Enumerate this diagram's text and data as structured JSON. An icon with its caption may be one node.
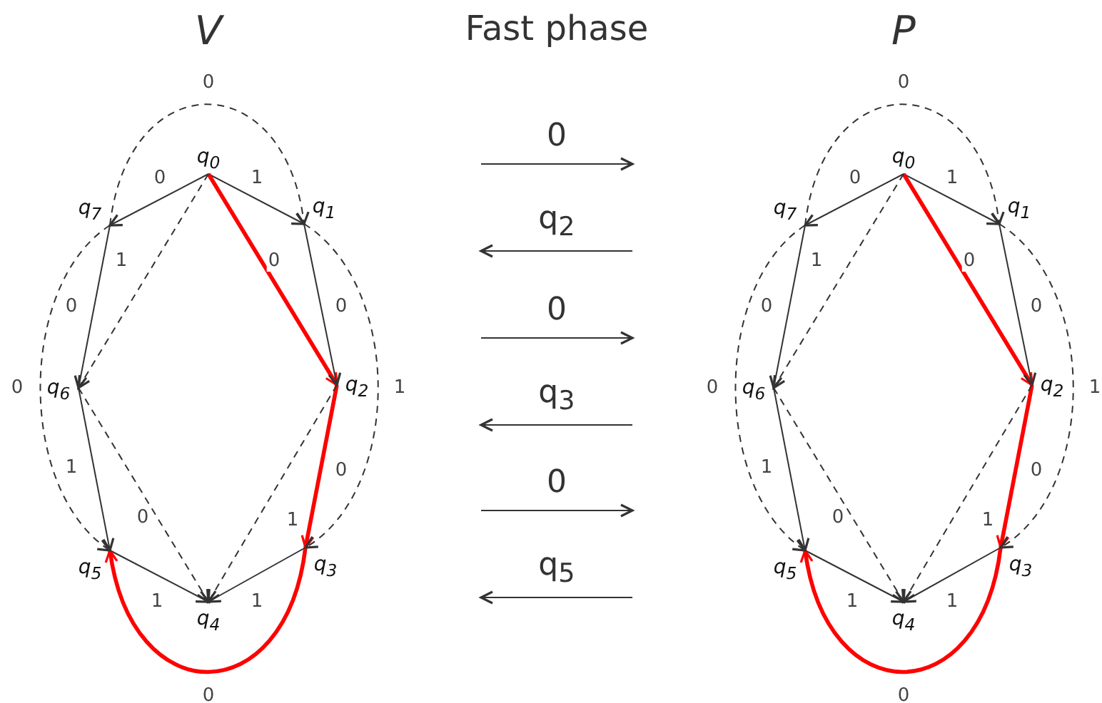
{
  "diagram": {
    "title": "Fast phase",
    "nodes": [
      {
        "text": [
          "q$_{0}$"
        ]
      },
      {
        "text": [
          "q$_{1}$"
        ]
      },
      {
        "text": [
          "q$_{2}$"
        ]
      },
      {
        "text": [
          "q$_{3}$"
        ]
      },
      {
        "text": [
          "q$_{4}$"
        ]
      },
      {
        "text": [
          "q$_{5}$"
        ]
      },
      {
        "text": [
          "q$_{6}$"
        ]
      },
      {
        "text": [
          "q$_{7}$"
        ]
      },
      {
        "text": [
          "q$_{0}$"
        ]
      },
      {
        "text": [
          "q$_{1}$"
        ]
      },
      {
        "text": [
          "q$_{2}$"
        ]
      },
      {
        "text": [
          "q$_{3}$"
        ]
      },
      {
        "text": [
          "q$_{4}$"
        ]
      },
      {
        "text": [
          "q$_{5}$"
        ]
      },
      {
        "text": [
          "q$_{6}$"
        ]
      },
      {
        "text": [
          "q$_{7}$"
        ]
      }
    ],
    "edges": [
      {
        "from": 0,
        "to": 1,
        "arrow": "to",
        "label": "1"
      },
      {
        "from": 0,
        "to": 7,
        "arrow": "to",
        "label": "0"
      },
      {
        "from": 0,
        "to": 2,
        "arrow": "to",
        "label": "0",
        "style": "thick",
        "color": "#ff0000"
      },
      {
        "from": 1,
        "to": 2,
        "arrow": "to",
        "label": "0"
      },
      {
        "from": 7,
        "to": 6,
        "arrow": "to",
        "label": "0"
      },
      {
        "from": 0,
        "to": 6,
        "arrow": "to",
        "label": "1",
        "style": "dashed"
      },
      {
        "from": 6,
        "to": 5,
        "arrow": "to",
        "label": "1"
      },
      {
        "from": 2,
        "to": 3,
        "arrow": "to",
        "label": "0",
        "style": "thick",
        "color": "#ff0000"
      },
      {
        "from": 6,
        "to": 4,
        "arrow": "to",
        "label": "0",
        "style": "dashed"
      },
      {
        "from": 2,
        "to": 4,
        "arrow": "to",
        "label": "1",
        "style": "dashed"
      },
      {
        "from": 5,
        "to": 4,
        "arrow": "to",
        "label": "1"
      },
      {
        "from": 3,
        "to": 4,
        "arrow": "to",
        "label": "1"
      },
      {
        "from": 3,
        "to": 5,
        "arrow": "to",
        "label": "0",
        "style": "thick",
        "color": "#ff0000"
      },
      {
        "from": 7,
        "to": 1,
        "arrow": "to",
        "label": "0",
        "style": "dashed"
      },
      {
        "from": 7,
        "to": 5,
        "arrow": "to",
        "label": "0",
        "style": "dashed"
      },
      {
        "from": 1,
        "to": 3,
        "arrow": "to",
        "label": "1",
        "style": "dashed"
      },
      {
        "from": 8,
        "to": 9,
        "arrow": "to",
        "label": "1"
      },
      {
        "from": 8,
        "to": 15,
        "arrow": "to",
        "label": "0"
      },
      {
        "from": 8,
        "to": 10,
        "arrow": "to",
        "label": "0",
        "style": "thick",
        "color": "#ff0000"
      },
      {
        "from": 9,
        "to": 10,
        "arrow": "to",
        "label": "0"
      },
      {
        "from": 15,
        "to": 14,
        "arrow": "to",
        "label": "0"
      },
      {
        "from": 8,
        "to": 14,
        "arrow": "to",
        "label": "1",
        "style": "dashed"
      },
      {
        "from": 14,
        "to": 13,
        "arrow": "to",
        "label": "1"
      },
      {
        "from": 10,
        "to": 11,
        "arrow": "to",
        "label": "0",
        "style": "thick",
        "color": "#ff0000"
      },
      {
        "from": 14,
        "to": 12,
        "arrow": "to",
        "label": "0",
        "style": "dashed"
      },
      {
        "from": 10,
        "to": 12,
        "arrow": "to",
        "label": "1",
        "style": "dashed"
      },
      {
        "from": 13,
        "to": 12,
        "arrow": "to",
        "label": "1"
      },
      {
        "from": 11,
        "to": 12,
        "arrow": "to",
        "label": "1"
      },
      {
        "from": 11,
        "to": 13,
        "arrow": "to",
        "label": "0",
        "style": "thick",
        "color": "#ff0000"
      },
      {
        "from": 15,
        "to": 9,
        "arrow": "to",
        "label": "0",
        "style": "dashed"
      },
      {
        "from": 15,
        "to": 13,
        "arrow": "to",
        "label": "0",
        "style": "dashed"
      },
      {
        "from": 9,
        "to": 11,
        "arrow": "to",
        "label": "1",
        "style": "dashed"
      }
    ],
    "labels": [
      "V",
      "P",
      "0",
      "q$_{2}$",
      "0",
      "q$_{3}$",
      "0",
      "q$_{5}$"
    ]
  }
}
